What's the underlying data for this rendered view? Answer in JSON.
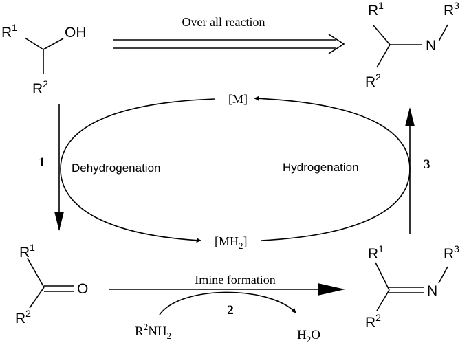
{
  "labels": {
    "overall": "Over all reaction",
    "step1_num": "1",
    "step2_num": "2",
    "step3_num": "3",
    "dehydrogenation": "Dehydrogenation",
    "hydrogenation": "Hydrogenation",
    "imine_formation": "Imine formation",
    "catalyst_top": "[M]",
    "catalyst_bottom_main": "[MH",
    "catalyst_bottom_sub": "2",
    "catalyst_bottom_close": "]"
  },
  "alcohol": {
    "r1": "R",
    "r1_sup": "1",
    "oh": "OH",
    "r2": "R",
    "r2_sup": "2"
  },
  "amine": {
    "r1": "R",
    "r1_sup": "1",
    "n": "N",
    "r3": "R",
    "r3_sup": "3",
    "r2": "R",
    "r2_sup": "2"
  },
  "ketone": {
    "r1": "R",
    "r1_sup": "1",
    "o": "O",
    "r2": "R",
    "r2_sup": "2"
  },
  "imine": {
    "r1": "R",
    "r1_sup": "1",
    "n": "N",
    "r3": "R",
    "r3_sup": "3",
    "r2": "R",
    "r2_sup": "2"
  },
  "reagents": {
    "amine_r": "R",
    "amine_sup": "2",
    "amine_nh": "NH",
    "amine_sub": "2",
    "water_h": "H",
    "water_sub": "2",
    "water_o": "O"
  }
}
